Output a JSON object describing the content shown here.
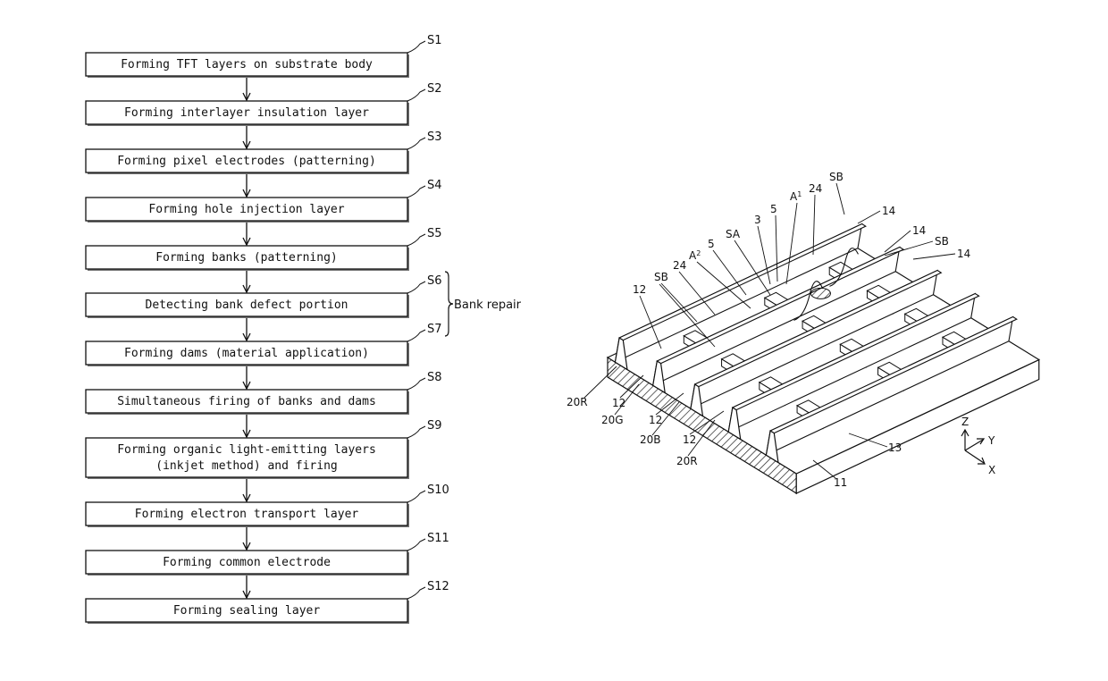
{
  "flowchart": {
    "steps": [
      {
        "id": "S1",
        "text": [
          "Forming TFT layers on substrate body"
        ]
      },
      {
        "id": "S2",
        "text": [
          "Forming interlayer insulation layer"
        ]
      },
      {
        "id": "S3",
        "text": [
          "Forming pixel electrodes (patterning)"
        ]
      },
      {
        "id": "S4",
        "text": [
          "Forming hole injection layer"
        ]
      },
      {
        "id": "S5",
        "text": [
          "Forming banks (patterning)"
        ]
      },
      {
        "id": "S6",
        "text": [
          "Detecting bank defect portion"
        ]
      },
      {
        "id": "S7",
        "text": [
          "Forming dams (material application)"
        ]
      },
      {
        "id": "S8",
        "text": [
          "Simultaneous firing of banks and dams"
        ]
      },
      {
        "id": "S9",
        "text": [
          "Forming organic light-emitting layers",
          "(inkjet method) and firing"
        ]
      },
      {
        "id": "S10",
        "text": [
          "Forming electron transport layer"
        ]
      },
      {
        "id": "S11",
        "text": [
          "Forming common electrode"
        ]
      },
      {
        "id": "S12",
        "text": [
          "Forming sealing layer"
        ]
      }
    ],
    "bracket_label": "Bank repair"
  },
  "figure": {
    "labels": {
      "sb_top": "SB",
      "n24_top": "24",
      "a1": "A",
      "a1_sub": "1",
      "n5_top": "5",
      "n3": "3",
      "n14_a": "14",
      "n14_b": "14",
      "sb_right": "SB",
      "n14_c": "14",
      "sa": "SA",
      "n5_mid": "5",
      "a2": "A",
      "a2_sub": "2",
      "n24_left": "24",
      "sb_left": "SB",
      "n12_top": "12",
      "r20_top": "20R",
      "n12_a": "12",
      "g20": "20G",
      "n12_b": "12",
      "b20": "20B",
      "n12_c": "12",
      "r20_bottom": "20R",
      "n13": "13",
      "n11": "11"
    },
    "axes": {
      "z": "Z",
      "y": "Y",
      "x": "X"
    }
  }
}
